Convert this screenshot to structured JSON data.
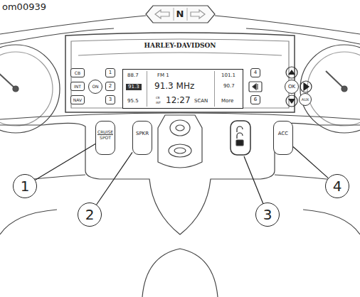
{
  "diagram": {
    "nodes": [
      {
        "text": [
          "88.7",
          "FM 1",
          "101.1",
          "91.3",
          "91.3 MHz",
          "90.7",
          "95.5",
          "CB",
          "INT",
          "12:27",
          "SCAN",
          "More"
        ]
      },
      {
        "text": [
          "CB"
        ]
      },
      {
        "text": [
          "INT"
        ]
      },
      {
        "text": [
          "NAV"
        ]
      },
      {
        "text": [
          "ON"
        ]
      },
      {
        "text": [
          "1"
        ]
      },
      {
        "text": [
          "2"
        ]
      },
      {
        "text": [
          "3"
        ]
      },
      {
        "text": [
          "4"
        ]
      },
      {
        "text": [
          "6"
        ]
      },
      {
        "text": [
          "OK"
        ]
      },
      {
        "text": [
          "AUX"
        ]
      },
      {
        "text": [
          "CRUISE",
          "SPOT"
        ]
      },
      {
        "text": [
          "SPKR"
        ]
      },
      {
        "text": [
          "ACC"
        ]
      },
      {
        "text": [
          "1"
        ]
      },
      {
        "text": [
          "2"
        ]
      },
      {
        "text": [
          "3"
        ]
      },
      {
        "text": [
          "4"
        ]
      }
    ],
    "edges": [
      {
        "from": 15,
        "to": 12,
        "arrow": "none"
      },
      {
        "from": 16,
        "to": 13,
        "arrow": "none"
      },
      {
        "from": 18,
        "to": 14,
        "arrow": "none"
      }
    ],
    "labels": [
      "om00939",
      "N",
      "HARLEY-DAVIDSON"
    ]
  }
}
